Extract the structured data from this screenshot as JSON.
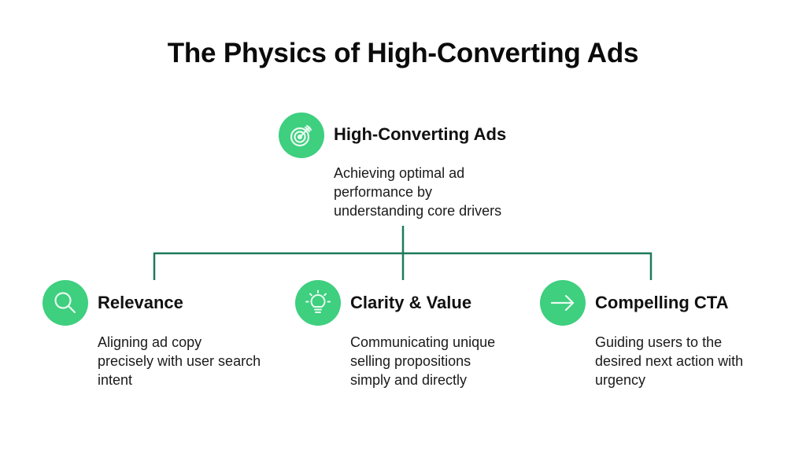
{
  "title": "The Physics of High-Converting Ads",
  "colors": {
    "accent": "#3ecf7f",
    "connector": "#1f7a5a",
    "icon_stroke": "#e9fbf0",
    "text": "#111111"
  },
  "root": {
    "icon": "target-icon",
    "title": "High-Converting Ads",
    "description_lines": [
      "Achieving optimal ad",
      "performance by",
      "understanding core drivers"
    ]
  },
  "children": [
    {
      "icon": "search-icon",
      "title": "Relevance",
      "description_lines": [
        "Aligning ad copy",
        "precisely with user search",
        "intent"
      ]
    },
    {
      "icon": "lightbulb-icon",
      "title": "Clarity & Value",
      "description_lines": [
        "Communicating unique",
        "selling propositions",
        "simply and directly"
      ]
    },
    {
      "icon": "arrow-right-icon",
      "title": "Compelling CTA",
      "description_lines": [
        "Guiding users to the",
        "desired next action with",
        "urgency"
      ]
    }
  ]
}
